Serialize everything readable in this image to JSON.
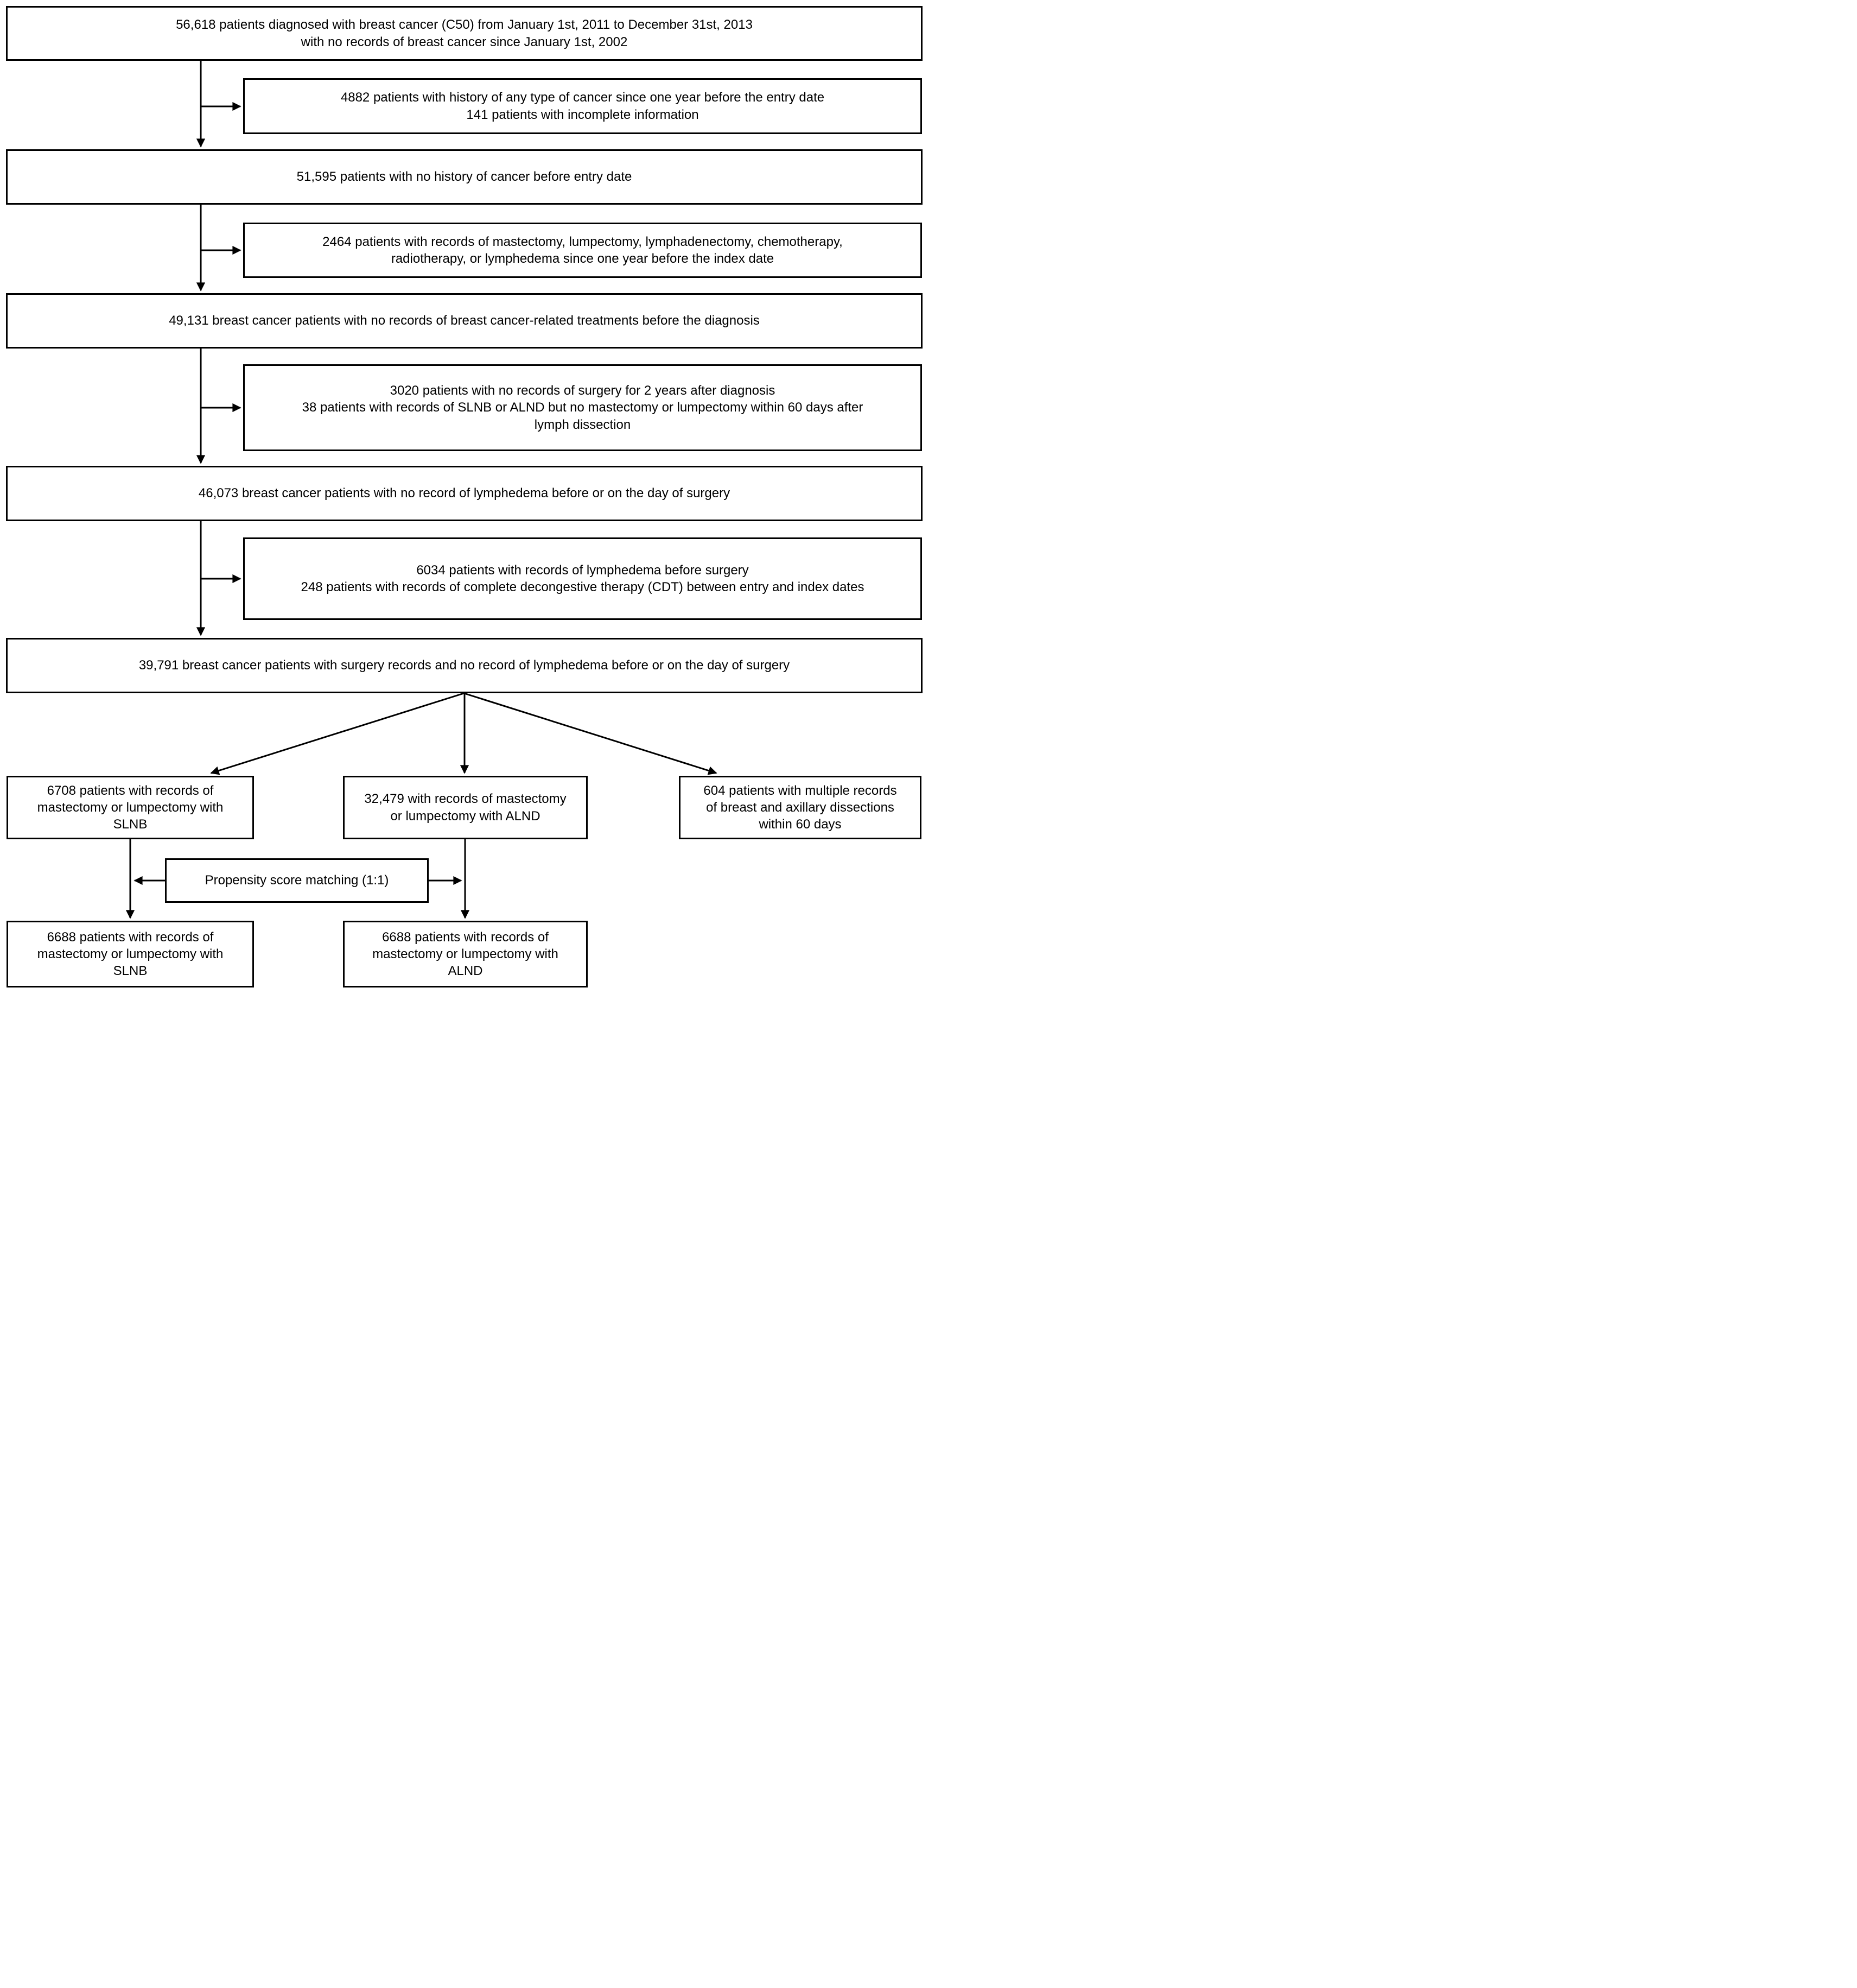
{
  "colors": {
    "background": "#ffffff",
    "box_border": "#000000",
    "arrow": "#000000",
    "text": "#000000"
  },
  "flow": {
    "box_initial": {
      "lines": [
        "56,618 patients diagnosed with breast cancer (C50) from January 1st, 2011 to December 31st, 2013",
        "with no records of breast cancer since January 1st, 2002"
      ]
    },
    "box_excl_history": {
      "lines": [
        "4882 patients with history of any type of cancer since one year before the entry date",
        "141 patients with incomplete information"
      ]
    },
    "box_no_history": {
      "lines": [
        "51,595 patients with no history of cancer before entry date"
      ]
    },
    "box_excl_prior_treatment": {
      "lines": [
        "2464 patients with records of mastectomy, lumpectomy, lymphadenectomy, chemotherapy,",
        "radiotherapy, or lymphedema since one year before the index date"
      ]
    },
    "box_no_prior_treatment": {
      "lines": [
        "49,131 breast cancer patients with no records of breast cancer-related treatments before the diagnosis"
      ]
    },
    "box_excl_no_surgery": {
      "lines": [
        "3020 patients with no records of surgery for 2 years after diagnosis",
        "38 patients with records of SLNB or ALND but no mastectomy or lumpectomy within 60 days after",
        "lymph dissection"
      ]
    },
    "box_no_lymphedema": {
      "lines": [
        "46,073 breast cancer patients with no record of lymphedema before or on the day of surgery"
      ]
    },
    "box_excl_lymphedema": {
      "lines": [
        "6034 patients with records of lymphedema before surgery",
        "248 patients with records of complete decongestive therapy (CDT) between entry and index dates"
      ]
    },
    "box_surgery_cohort": {
      "lines": [
        "39,791 breast cancer patients with surgery records and no record of lymphedema before or on the day of surgery"
      ]
    },
    "box_slnb": {
      "lines": [
        "6708 patients with records of",
        "mastectomy or lumpectomy with",
        "SLNB"
      ]
    },
    "box_alnd": {
      "lines": [
        "32,479 with records of mastectomy",
        "or lumpectomy with ALND"
      ]
    },
    "box_multiple": {
      "lines": [
        "604 patients with multiple records",
        "of breast and axillary dissections",
        "within 60 days"
      ]
    },
    "box_matching": {
      "lines": [
        "Propensity score matching (1:1)"
      ]
    },
    "box_matched_slnb": {
      "lines": [
        "6688 patients with records of",
        "mastectomy or lumpectomy with",
        "SLNB"
      ]
    },
    "box_matched_alnd": {
      "lines": [
        "6688 patients with records of",
        "mastectomy or lumpectomy with",
        "ALND"
      ]
    }
  }
}
